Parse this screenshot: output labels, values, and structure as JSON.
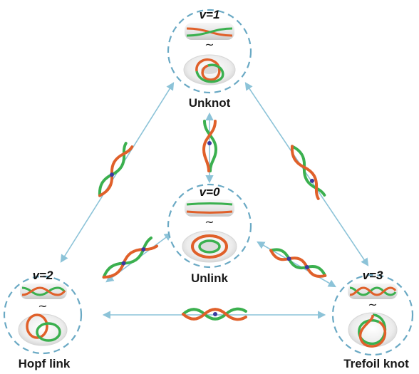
{
  "nodes": [
    {
      "id": "unknot",
      "v_label": "v=1",
      "tilde": "~",
      "name": "Unknot"
    },
    {
      "id": "unlink",
      "v_label": "v=0",
      "tilde": "~",
      "name": "Unlink"
    },
    {
      "id": "hopf",
      "v_label": "v=2",
      "tilde": "~",
      "name": "Hopf link"
    },
    {
      "id": "trefoil",
      "v_label": "v=3",
      "tilde": "~",
      "name": "Trefoil knot"
    }
  ],
  "colors": {
    "green": "#3bb04f",
    "orange": "#e0602a",
    "dash_circle": "#6aa9c4",
    "arrow": "#8cc3d8",
    "crossing_dot": "#3a3aa0",
    "torus": "#e9e9e9"
  }
}
